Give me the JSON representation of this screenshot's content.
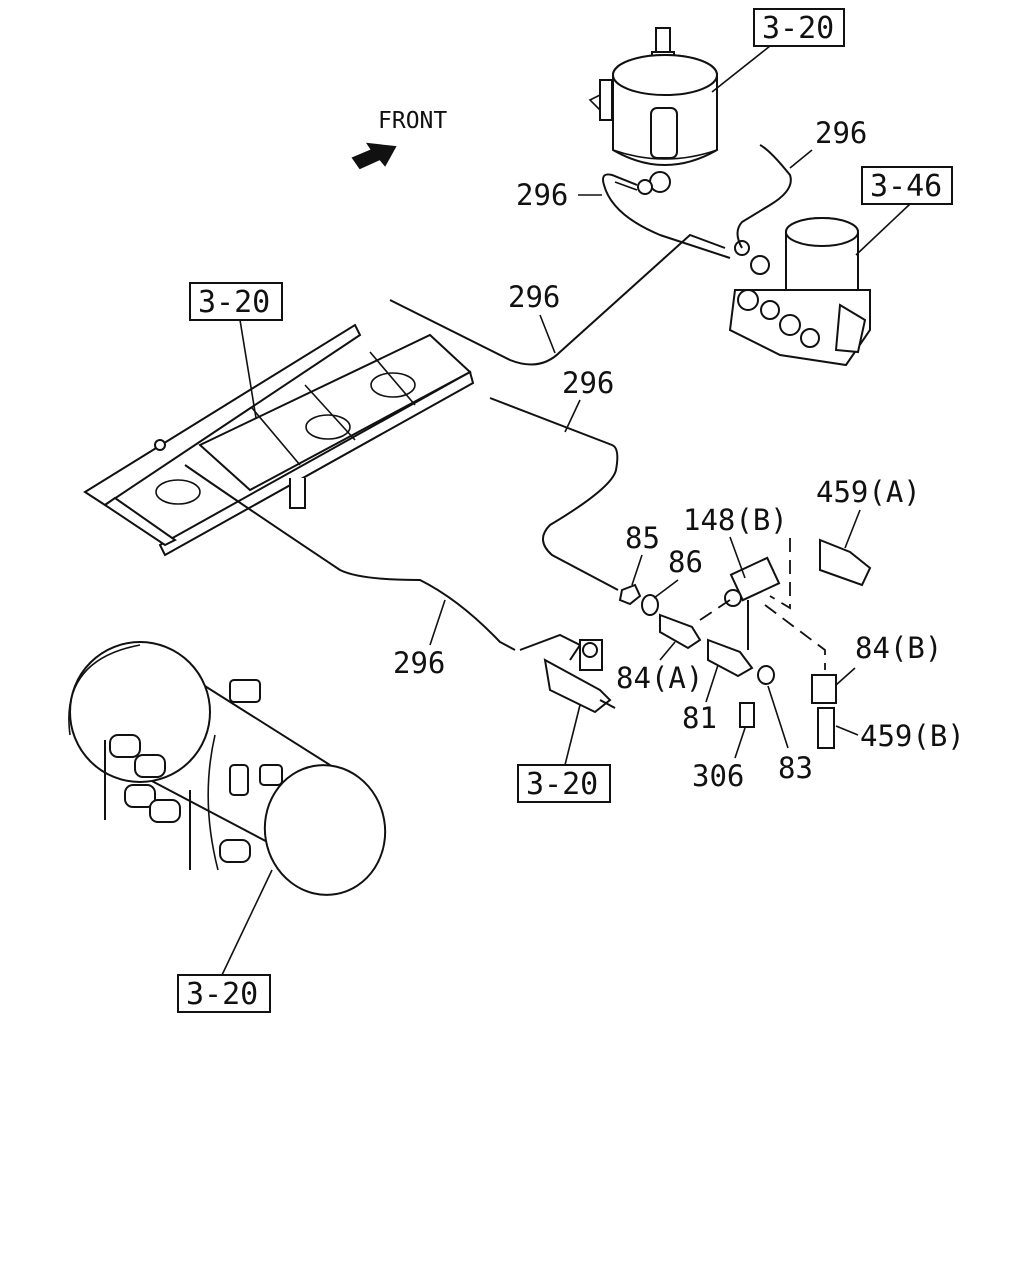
{
  "orientation_label": "FRONT",
  "ref_boxes": {
    "tank_top": "3-20",
    "dryer": "3-46",
    "frame": "3-20",
    "valve_block": "3-20",
    "tank_bottom": "3-20"
  },
  "callouts": {
    "pipe_top_short": "296",
    "pipe_top_left": "296",
    "pipe_middle": "296",
    "pipe_lower": "296",
    "pipe_bottom": "296",
    "nut": "85",
    "washer": "86",
    "tee": "148(B)",
    "sensor_a": "459(A)",
    "connector_a": "84(A)",
    "connector_b": "84(B)",
    "cock": "81",
    "plug": "306",
    "cap": "83",
    "sensor_b": "459(B)"
  }
}
